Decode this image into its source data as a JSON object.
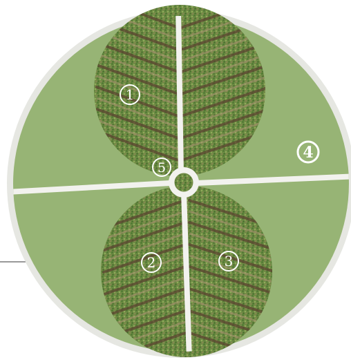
{
  "labels": {
    "zone1": "1",
    "zone2": "2",
    "zone3": "3",
    "zone4": "4",
    "zone5": "5"
  },
  "colors": {
    "background": "#ffffff",
    "outer_ring": "#e6e7e2",
    "lawn": "#97b475",
    "path": "#f2f2ee",
    "bed_soil": "#8c7a5c",
    "row_dark": "#5b4530",
    "plant_green": "#4f7a32",
    "label_stroke": "#ffffff",
    "leader_line": "#333333"
  }
}
